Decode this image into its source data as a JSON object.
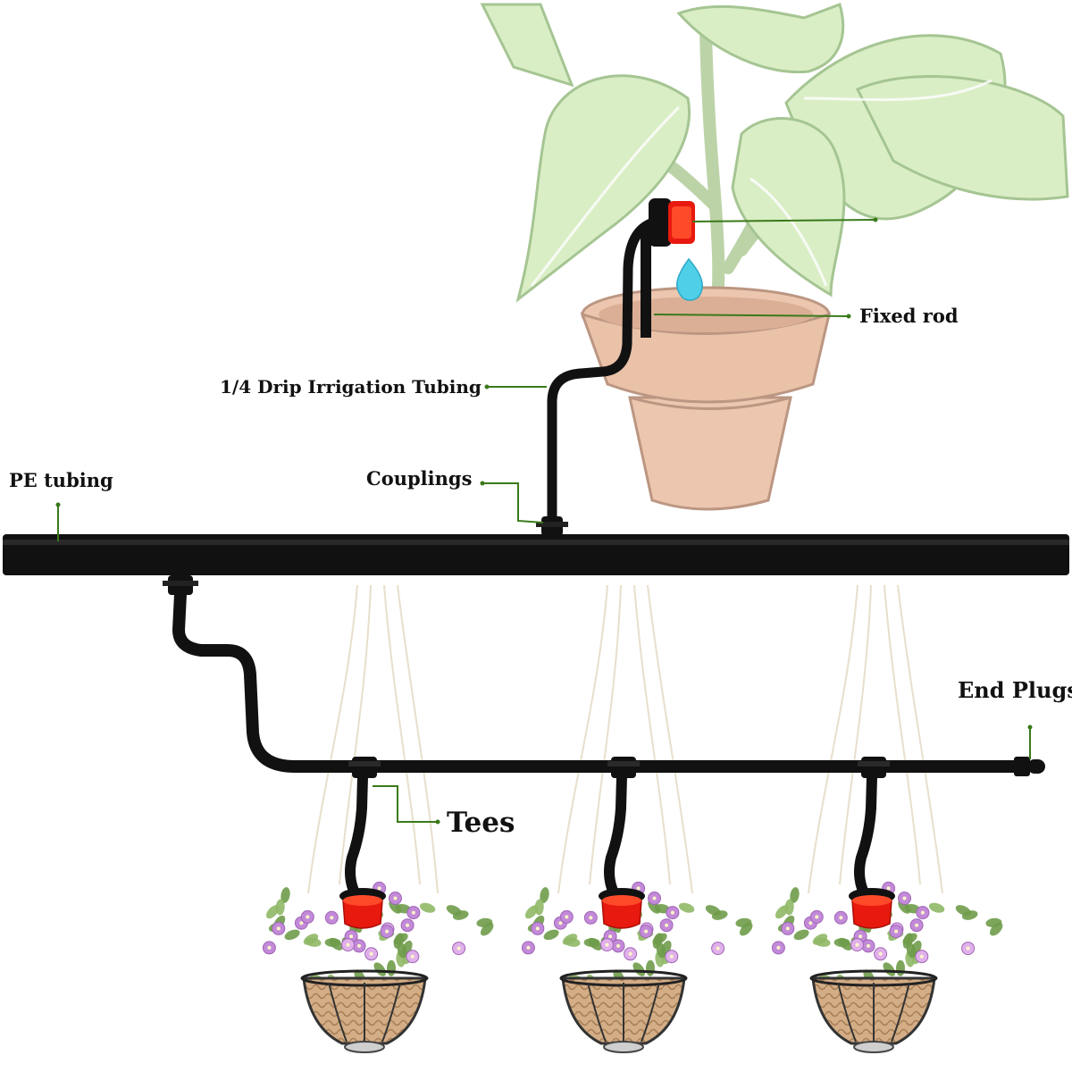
{
  "labels": {
    "fixed_rod": "Fixed rod",
    "drip_tubing": "1/4 Drip Irrigation Tubing",
    "pe_tubing": "PE tubing",
    "couplings": "Couplings",
    "end_plugs": "End Plugs",
    "tees": "Tees"
  },
  "colors": {
    "tubing": "#111111",
    "leader_line": "#3a7a1a",
    "dripper": "#e8190e",
    "water": "#4fd0e8",
    "leaf_fill": "#d6ecc0",
    "leaf_stroke": "#9bbf86",
    "pot": "#ebc0a6",
    "basket": "#c7a07a",
    "flowers": "#c28ad8"
  },
  "icons": {
    "potted_plant": "potted-plant-illustration",
    "hanging_basket": "hanging-flower-basket-illustration",
    "dripper": "red-adjustable-dripper",
    "water_drop": "water-drop"
  }
}
